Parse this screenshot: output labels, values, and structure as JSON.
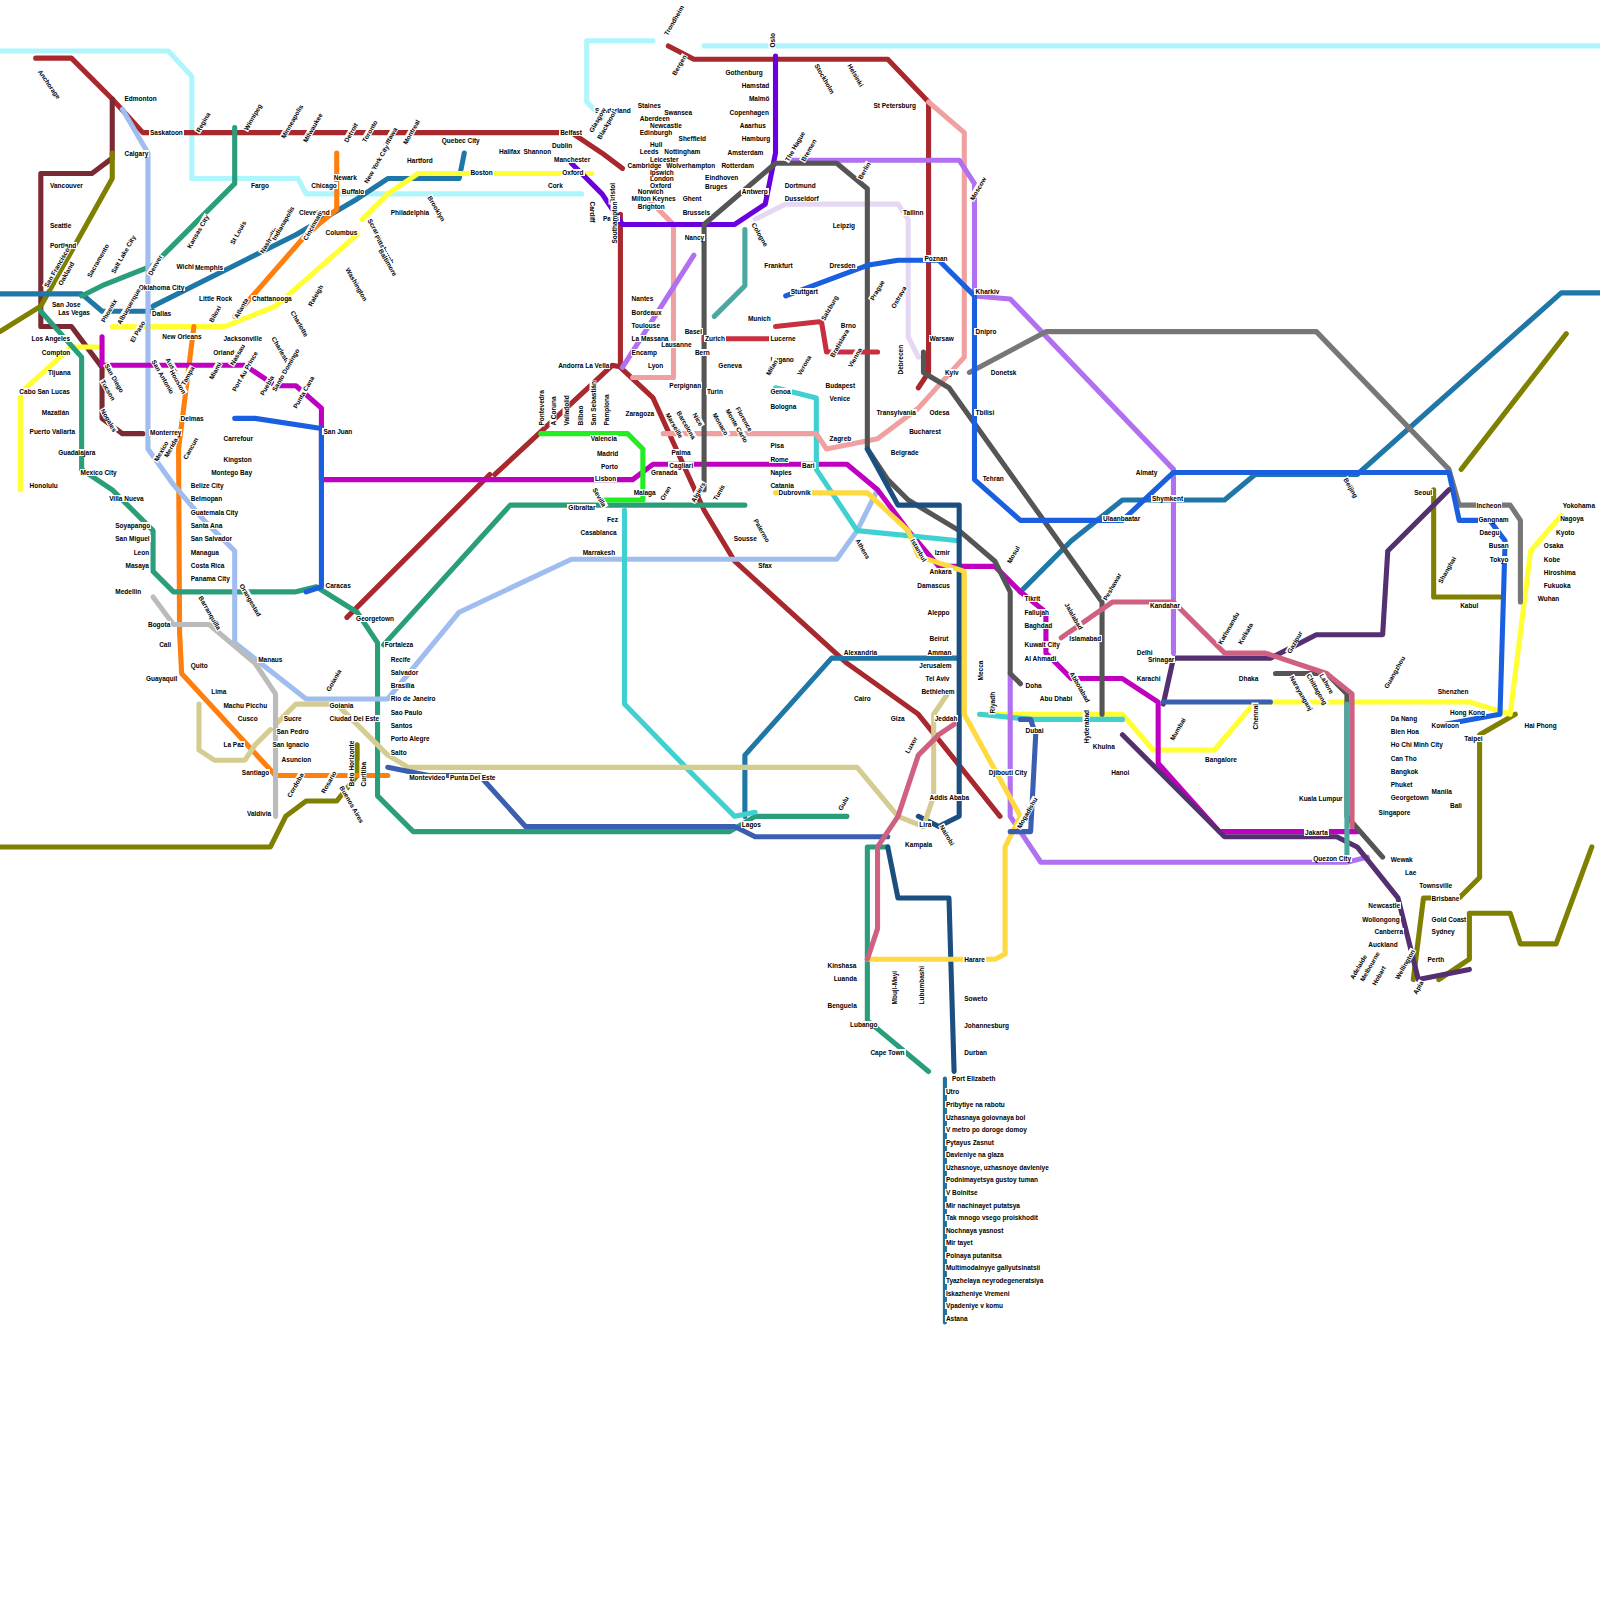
{
  "diagram": {
    "labels": [
      "Anchorage",
      "Edmonton",
      "Saskatoon",
      "Regina",
      "Winnipeg",
      "Calgary",
      "Fargo",
      "Vancouver",
      "Seattle",
      "Portland",
      "San Francisco",
      "Oakland",
      "Sacramento",
      "Salt Lake City",
      "Denver",
      "Kansas City",
      "St Louis",
      "Nashville",
      "Indianapolis",
      "Minneapolis",
      "Milwaukee",
      "Detroit",
      "Toronto",
      "Ottawa",
      "Montreal",
      "Quebec City",
      "Halifax",
      "Shannon",
      "Hartford",
      "New York City",
      "Boston",
      "Chicago",
      "Buffalo",
      "Newark",
      "Philadelphia",
      "Brooklyn",
      "Cleveland",
      "Cincinnati",
      "Columbus",
      "Scranton",
      "Pittsburgh",
      "Baltimore",
      "Washington",
      "Wichita",
      "Memphis",
      "Oklahoma City",
      "Little Rock",
      "Chattanooga",
      "Raleigh",
      "Dallas",
      "Biloxi",
      "Atlanta",
      "Charlotte",
      "Los Angeles",
      "Las Vegas",
      "San Jose",
      "Phoenix",
      "Albuquerque",
      "El Paso",
      "New Orleans",
      "Jacksonville",
      "Charleston",
      "Compton",
      "Tijuana",
      "San Diego",
      "San Antonio",
      "Austin",
      "Orlando",
      "Houston",
      "Tampa",
      "Miami",
      "Nassau",
      "Port Au Prince",
      "Puebla",
      "Santo Domingo",
      "Punta Cana",
      "Cabo San Lucas",
      "Mazatlán",
      "Tucson",
      "Nogales",
      "Monterrey",
      "Puerto Vallarta",
      "Delmas",
      "Carrefour",
      "Guadalajara",
      "Mexico",
      "Merida",
      "Cancun",
      "Kingston",
      "Montego Bay",
      "Mexico City",
      "Honolulu",
      "Belize City",
      "Villa Nueva",
      "Belmopan",
      "Guatemala City",
      "Soyapango",
      "Santa Ana",
      "San Miguel",
      "San Salvador",
      "Leon",
      "Managua",
      "Masaya",
      "Costa Rica",
      "Panama City",
      "Orangestad",
      "Medellin",
      "Barranquilla",
      "Caracas",
      "San Juan",
      "Bogota",
      "Cali",
      "Manaus",
      "Quito",
      "Guayaquil",
      "Lima",
      "Machu Picchu",
      "Cusco",
      "Goiania",
      "Goiania",
      "Sucre",
      "San Pedro",
      "San Ignacio",
      "Asuncion",
      "Ciudad Del Este",
      "Belo Horizonte",
      "Curitiba",
      "La Paz",
      "Santiago",
      "Valdivia",
      "Cordoba",
      "Rosario",
      "Buenos Aires",
      "Montevideo",
      "Punta Del Este",
      "Georgetown",
      "Fortaleza",
      "Recife",
      "Salvador",
      "Brasilia",
      "Rio de Janeiro",
      "Sao Paulo",
      "Santos",
      "Porto Alegre",
      "Salto",
      "Trondheim",
      "Bergen",
      "Oslo",
      "Stockholm",
      "Helsinki",
      "St Petersburg",
      "Gothenburg",
      "Hamstad",
      "Malmö",
      "Copenhagen",
      "Aaarhus",
      "Hamburg",
      "Amsterdam",
      "Rotterdam",
      "The Hague",
      "Bremen",
      "Dortmund",
      "Dusseldorf",
      "Antwerp",
      "Eindhoven",
      "Bruges",
      "Ghent",
      "Brussels",
      "Milton Keynes",
      "Brighton",
      "Norwich",
      "Oxford",
      "London",
      "Ipswich",
      "Cambridge",
      "Wolverhampton",
      "Leicester",
      "Nottingham",
      "Leeds",
      "Hull",
      "Sheffield",
      "Edinburgh",
      "Newcastle",
      "Aberdeen",
      "Swansea",
      "Staines",
      "Sunderland",
      "Glasgow",
      "Blackpool",
      "Belfast",
      "Dublin",
      "Manchester",
      "Oxford",
      "Cork",
      "Bristol",
      "Cardiff",
      "Paris",
      "Southampton",
      "Nancy",
      "Cologne",
      "Frankfurt",
      "Leipzig",
      "Berlin",
      "Dresden",
      "Poznan",
      "Tallinn",
      "Moscow",
      "Kharkiv",
      "Dnipro",
      "Stuttgart",
      "Munich",
      "Salzburg",
      "Prague",
      "Ostrava",
      "Brno",
      "Warsaw",
      "Lucerne",
      "Basel",
      "Zurich",
      "Bern",
      "Lausanne",
      "Geneva",
      "Lugano",
      "Milan",
      "Verona",
      "Bratislava",
      "Vienna",
      "Debrecen",
      "Kyiv",
      "Donetsk",
      "Budapest",
      "Venice",
      "Transylvania",
      "Odesa",
      "Bucharest",
      "Tbilisi",
      "Zagreb",
      "Belgrade",
      "Tehran",
      "Nantes",
      "Bordeaux",
      "Toulouse",
      "La Massana",
      "Encamp",
      "Andorra La Vella",
      "Lyon",
      "Perpignan",
      "Turin",
      "Genoa",
      "Bologna",
      "Pontevedra",
      "A Coruna",
      "Valladolid",
      "Bilbao",
      "San Sebastián",
      "Pamplona",
      "Zaragoza",
      "Marseille",
      "Nice",
      "Monaco",
      "Monte Carlo",
      "Florence",
      "Barcelona",
      "Valencia",
      "Pisa",
      "Madrid",
      "Palma",
      "Rome",
      "Porto",
      "Cagliari",
      "Naples",
      "Granada",
      "Lisbon",
      "Catania",
      "Sevilla",
      "Malaga",
      "Oran",
      "Algiers",
      "Tunis",
      "Dubrovnik",
      "Bari",
      "Gibraltar",
      "Fez",
      "Casablanca",
      "Marrakesh",
      "Palermo",
      "Sousse",
      "Sfax",
      "Athens",
      "Alexandria",
      "Cairo",
      "Giza",
      "Luxor",
      "Istanbul",
      "Izmir",
      "Ankara",
      "Damascus",
      "Aleppo",
      "Beirut",
      "Amman",
      "Jerusalem",
      "Tel Aviv",
      "Bethlehem",
      "Jeddah",
      "Mecca",
      "Mosul",
      "Tikrit",
      "Fallujah",
      "Baghdad",
      "Kuwait City",
      "Al Ahmadi",
      "Doha",
      "Abu Dhabi",
      "Dubai",
      "Riyadh",
      "Addis Ababa",
      "Djibouti City",
      "Mogadishu",
      "Nairobi",
      "Lira",
      "Gulu",
      "Lagos",
      "Kampala",
      "Kinshasa",
      "Luanda",
      "Benguela",
      "Lubango",
      "Cape Town",
      "Mbuji-Mayi",
      "Lubumbashi",
      "Harare",
      "Soweto",
      "Johannesburg",
      "Durban",
      "Port Elizabeth",
      "Utro",
      "Pribytiye na rabotu",
      "Uzhasnaya golovnaya bol",
      "V metro po doroge domoy",
      "Pytayus Zasnut",
      "Davleniye na glaza",
      "Uzhasnoye, uzhasnoye davleniye",
      "Podnimayetsya gustoy tuman",
      "V Bolnitse",
      "Mir nachinayet putatsya",
      "Tak mnogo vsego proiskhodit",
      "Nochnaya yasnost",
      "Mir tayet",
      "Polnaya putanitsa",
      "Multimodalnyye gallyutsinatsii",
      "Tyazhelaya neyrodegeneratsiya",
      "Iskazheniye Vremeni",
      "Vpadeniye v komu",
      "Astana",
      "Almaty",
      "Shymkent",
      "Ulaanbaatar",
      "Beijing",
      "Seoul",
      "Incheon",
      "Gangnam",
      "Daegu",
      "Busan",
      "Tokyo",
      "Yokohama",
      "Nagoya",
      "Kyoto",
      "Osaka",
      "Kobe",
      "Hiroshima",
      "Fukuoka",
      "Wuhan",
      "Shanghai",
      "Kabul",
      "Peshawar",
      "Jalalabad",
      "Kandahar",
      "Islamabad",
      "Abbotabad",
      "Delhi",
      "Srinagar",
      "Kathmandu",
      "Kolkata",
      "Gazipur",
      "Dhaka",
      "Narayanganj",
      "Chittagong",
      "Lahore",
      "Karachi",
      "Hyderabad",
      "Mumbai",
      "Khulna",
      "Chennai",
      "Bangalore",
      "Hanoi",
      "Guangzhou",
      "Shenzhen",
      "Hong Kong",
      "Kowloon",
      "Taipei",
      "Hai Phong",
      "Da Nang",
      "Bien Hoa",
      "Ho Chi Minh City",
      "Can Tho",
      "Bangkok",
      "Phuket",
      "Georgetown",
      "Kuala Lumpur",
      "Singapore",
      "Jakarta",
      "Quezon City",
      "Manila",
      "Bali",
      "Wewak",
      "Lae",
      "Townsville",
      "Brisbane",
      "Newcastle",
      "Gold Coast",
      "Wollongong",
      "Sydney",
      "Canberra",
      "Auckland",
      "Perth",
      "Adelaide",
      "Melbourne",
      "Hobart",
      "Wellington",
      "Apia"
    ]
  }
}
